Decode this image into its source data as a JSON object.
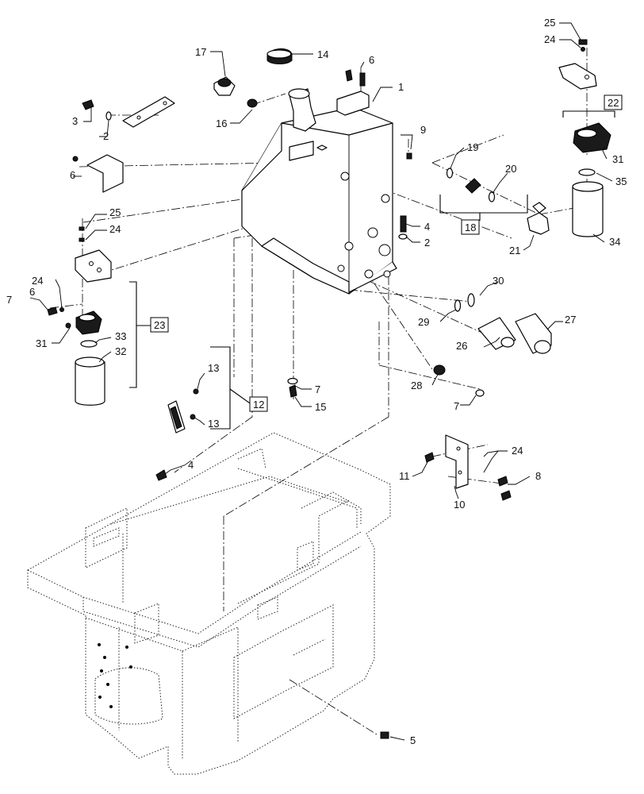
{
  "callouts": [
    {
      "id": "p1",
      "text": "1"
    },
    {
      "id": "p2a",
      "text": "2"
    },
    {
      "id": "p2b",
      "text": "2"
    },
    {
      "id": "p3",
      "text": "3"
    },
    {
      "id": "p4a",
      "text": "4"
    },
    {
      "id": "p4b",
      "text": "4"
    },
    {
      "id": "p5",
      "text": "5"
    },
    {
      "id": "p6a",
      "text": "6"
    },
    {
      "id": "p6b",
      "text": "6"
    },
    {
      "id": "p6c",
      "text": "6"
    },
    {
      "id": "p7a",
      "text": "7"
    },
    {
      "id": "p7b",
      "text": "7"
    },
    {
      "id": "p7c",
      "text": "7"
    },
    {
      "id": "p8",
      "text": "8"
    },
    {
      "id": "p9",
      "text": "9"
    },
    {
      "id": "p10",
      "text": "10"
    },
    {
      "id": "p11",
      "text": "11"
    },
    {
      "id": "p13a",
      "text": "13"
    },
    {
      "id": "p13b",
      "text": "13"
    },
    {
      "id": "p14",
      "text": "14"
    },
    {
      "id": "p15",
      "text": "15"
    },
    {
      "id": "p16",
      "text": "16"
    },
    {
      "id": "p17",
      "text": "17"
    },
    {
      "id": "p19",
      "text": "19"
    },
    {
      "id": "p20",
      "text": "20"
    },
    {
      "id": "p21",
      "text": "21"
    },
    {
      "id": "p24a",
      "text": "24"
    },
    {
      "id": "p24b",
      "text": "24"
    },
    {
      "id": "p24c",
      "text": "24"
    },
    {
      "id": "p24d",
      "text": "24"
    },
    {
      "id": "p25a",
      "text": "25"
    },
    {
      "id": "p25b",
      "text": "25"
    },
    {
      "id": "p26",
      "text": "26"
    },
    {
      "id": "p27",
      "text": "27"
    },
    {
      "id": "p28",
      "text": "28"
    },
    {
      "id": "p29",
      "text": "29"
    },
    {
      "id": "p30",
      "text": "30"
    },
    {
      "id": "p31a",
      "text": "31"
    },
    {
      "id": "p31b",
      "text": "31"
    },
    {
      "id": "p32",
      "text": "32"
    },
    {
      "id": "p33",
      "text": "33"
    },
    {
      "id": "p34",
      "text": "34"
    },
    {
      "id": "p35",
      "text": "35"
    }
  ],
  "assemblies": [
    {
      "id": "a12",
      "text": "12"
    },
    {
      "id": "a18",
      "text": "18"
    },
    {
      "id": "a22",
      "text": "22"
    },
    {
      "id": "a23",
      "text": "23"
    }
  ]
}
